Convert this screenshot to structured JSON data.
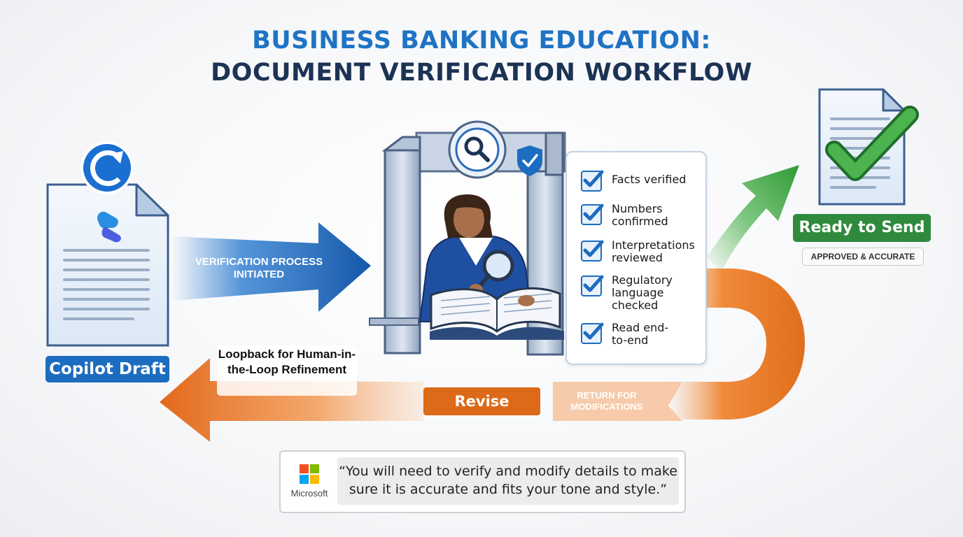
{
  "title": {
    "line1": "BUSINESS BANKING EDUCATION:",
    "line2": "DOCUMENT VERIFICATION WORKFLOW"
  },
  "draft": {
    "label": "Copilot Draft",
    "icons": [
      "copilot-refresh-icon",
      "copilot-logo-icon",
      "document-icon"
    ]
  },
  "verification_arrow": {
    "text": "VERIFICATION PROCESS INITIATED",
    "color": "#1c6cc0"
  },
  "gate": {
    "icons": [
      "magnifier-icon",
      "shield-check-icon"
    ],
    "illustration": "reviewer-with-magnifying-glass-and-book"
  },
  "checklist": {
    "items": [
      "Facts verified",
      "Numbers confirmed",
      "Interpretations reviewed",
      "Regulatory language checked",
      "Read end-to-end"
    ]
  },
  "success": {
    "label": "Ready to Send",
    "sublabel": "APPROVED & ACCURATE",
    "color": "#2f8a3d"
  },
  "loopback": {
    "label": "Loopback for Human-in-the-Loop Refinement",
    "revise_label": "Revise",
    "return_text": "RETURN FOR MODIFICATIONS",
    "color": "#dc6a18"
  },
  "quote": {
    "brand": "Microsoft",
    "text": "“You will need to verify and modify details to make sure it is accurate and fits your tone and style.”",
    "logo_colors": [
      "#f25022",
      "#7fba00",
      "#00a4ef",
      "#ffb900"
    ]
  }
}
